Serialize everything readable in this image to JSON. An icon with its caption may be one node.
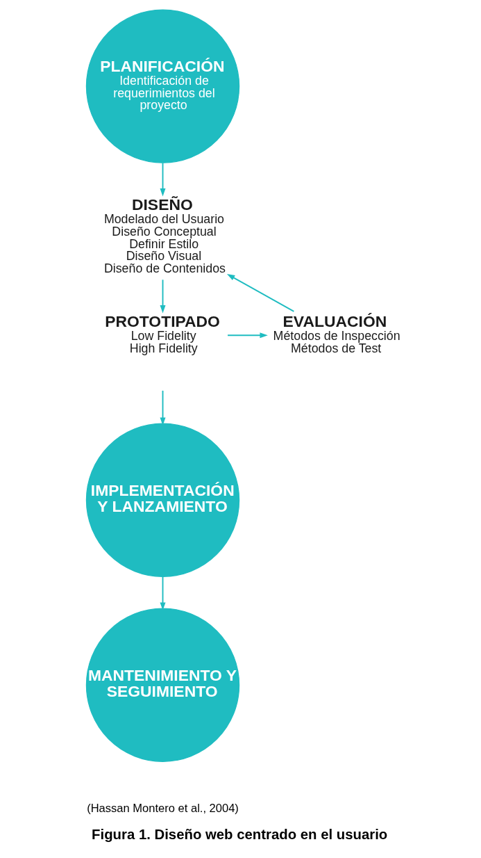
{
  "diagram": {
    "caption": "Figura 1. Diseño web centrado en el usuario",
    "nodes": [
      {
        "text": [
          "PLANIFICACIÓN",
          "Identificación de requerimientos del proyecto"
        ]
      },
      {
        "text": [
          "DISEÑO",
          "Modelado del Usuario",
          "Diseño Conceptual",
          "Definir Estilo",
          "Diseño Visual",
          "Diseño de Contenidos"
        ]
      },
      {
        "text": [
          "PROTOTIPADO",
          "Low Fidelity",
          "High Fidelity"
        ]
      },
      {
        "text": [
          "EVALUACIÓN",
          "Métodos de Inspección",
          "Métodos de Test"
        ]
      },
      {
        "text": [
          "IMPLEMENTACIÓN Y LANZAMIENTO"
        ]
      },
      {
        "text": [
          "MANTENIMIENTO Y SEGUIMIENTO"
        ]
      }
    ],
    "edges": [
      {
        "from": 0,
        "to": 1,
        "arrow": "to"
      },
      {
        "from": 1,
        "to": 2,
        "arrow": "to"
      },
      {
        "from": 2,
        "to": 3,
        "arrow": "to"
      },
      {
        "from": 3,
        "to": 1,
        "arrow": "to"
      },
      {
        "from": null,
        "to": 4,
        "arrow": "to"
      },
      {
        "from": 4,
        "to": 5,
        "arrow": "to"
      }
    ],
    "labels": [
      "(Hassan Montero et al., 2004)"
    ]
  }
}
